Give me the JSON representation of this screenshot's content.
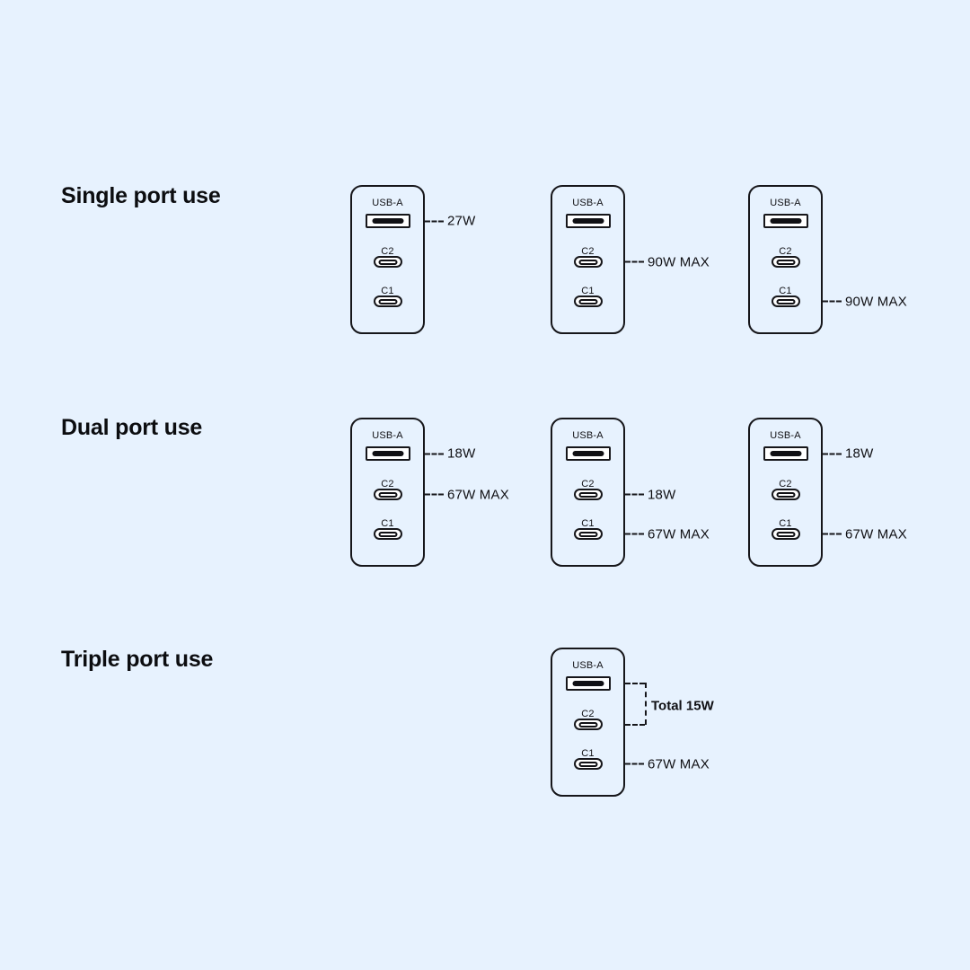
{
  "colors": {
    "background": "#E7F2FE",
    "stroke": "#16161A",
    "text": "#101014"
  },
  "sections": [
    {
      "title": "Single port use"
    },
    {
      "title": "Dual port use"
    },
    {
      "title": "Triple port use"
    }
  ],
  "ports": {
    "usba": "USB-A",
    "c2": "C2",
    "c1": "C1"
  },
  "callouts": {
    "single_1_usba": "27W",
    "single_2_c2": "90W MAX",
    "single_3_c1": "90W MAX",
    "dual_1_usba": "18W",
    "dual_1_c2": "67W MAX",
    "dual_2_c2": "18W",
    "dual_2_c1": "67W MAX",
    "dual_3_usba": "18W",
    "dual_3_c1": "67W MAX",
    "triple_bracket": "Total 15W",
    "triple_c1": "67W MAX"
  }
}
